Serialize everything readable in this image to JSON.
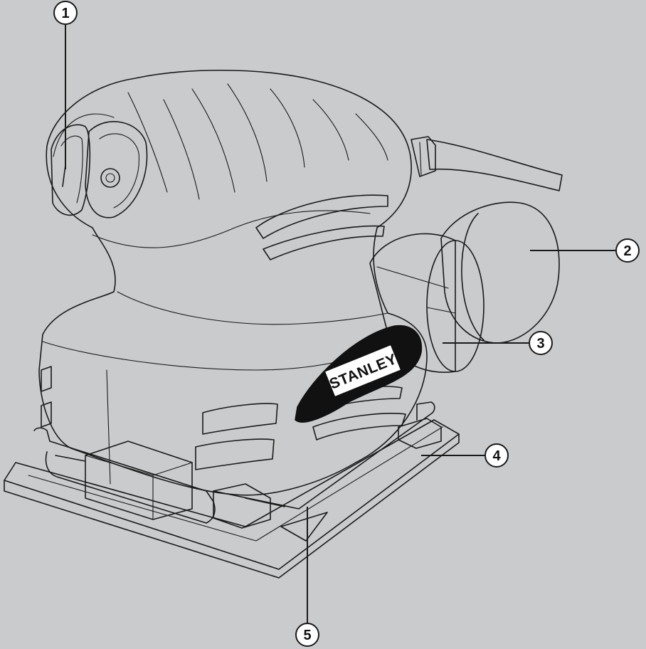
{
  "colors": {
    "background": "#c9cbcd",
    "body": "#ffffff",
    "outline": "#1a1a1a",
    "brand_panel": "#111111"
  },
  "brand": "STANLEY",
  "callouts": [
    {
      "label": "1",
      "part": "on-off-switch"
    },
    {
      "label": "2",
      "part": "dust-bag"
    },
    {
      "label": "3",
      "part": "dust-outlet-adaptor"
    },
    {
      "label": "4",
      "part": "base-plate"
    },
    {
      "label": "5",
      "part": "sheet-clamp"
    }
  ]
}
